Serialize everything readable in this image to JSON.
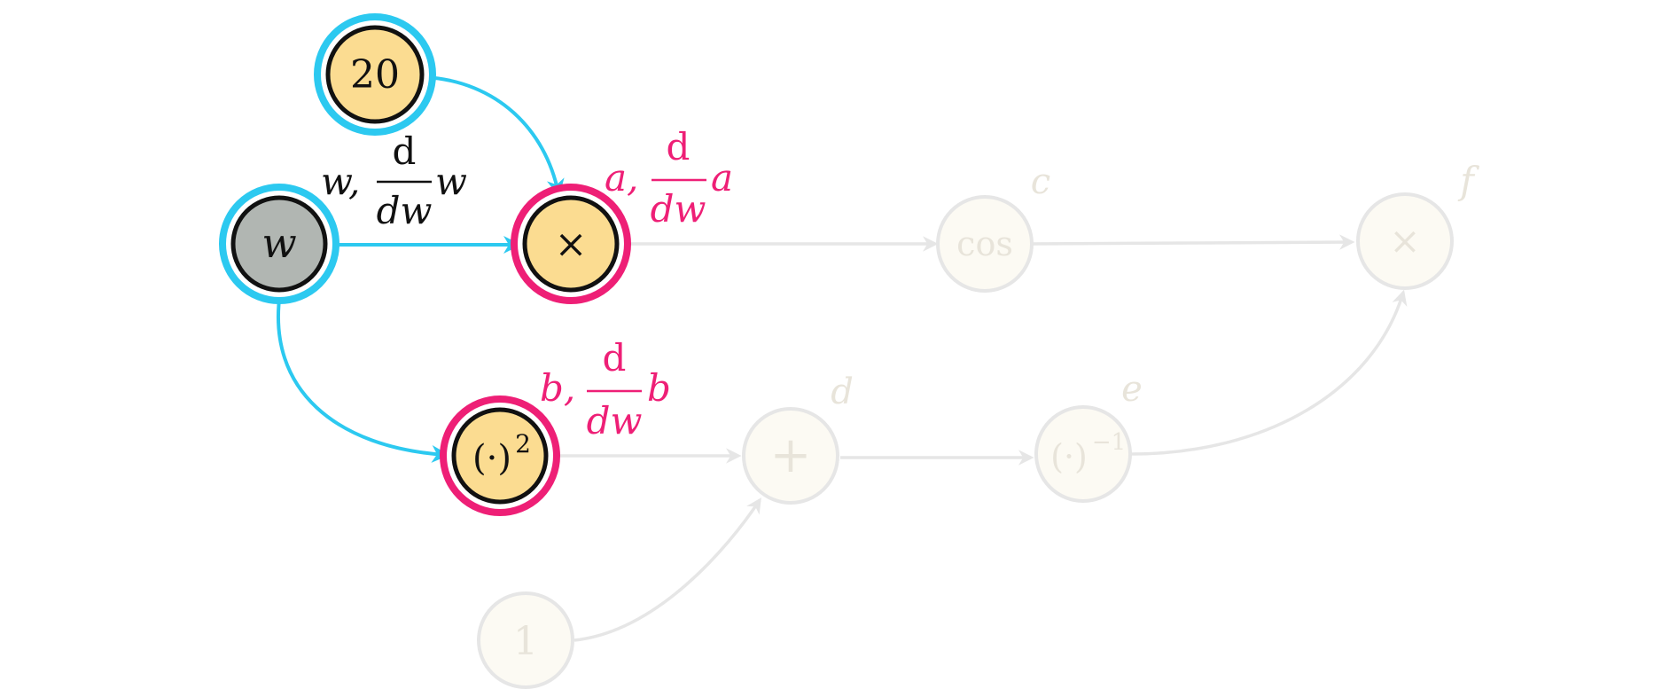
{
  "colors": {
    "active_edge": "#2cc9f0",
    "highlight_ring": "#ee1f76",
    "node_fill": "#fbdc91",
    "input_fill": "#b1b6b2",
    "faded_node_fill": "#fcfaf3",
    "faded_stroke": "#e6e6e6",
    "faded_text": "#e8e4da",
    "dark_text": "#111111"
  },
  "nodes": {
    "const20": {
      "label": "20"
    },
    "w": {
      "label": "w",
      "tag": "w,",
      "deriv_num": "d",
      "deriv_den": "dw",
      "deriv_var": "w"
    },
    "mul_a": {
      "label": "×",
      "tag": "a,",
      "deriv_num": "d",
      "deriv_den": "dw",
      "deriv_var": "a"
    },
    "sq_b": {
      "label": "(·)",
      "sup": "2",
      "tag": "b,",
      "deriv_num": "d",
      "deriv_den": "dw",
      "deriv_var": "b"
    },
    "cos_c": {
      "label": "cos",
      "tag": "c"
    },
    "plus_d": {
      "label": "+",
      "tag": "d"
    },
    "inv_e": {
      "label": "(·)",
      "sup": "−1",
      "tag": "e"
    },
    "mul_f": {
      "label": "×",
      "tag": "f"
    },
    "const1": {
      "label": "1"
    }
  }
}
